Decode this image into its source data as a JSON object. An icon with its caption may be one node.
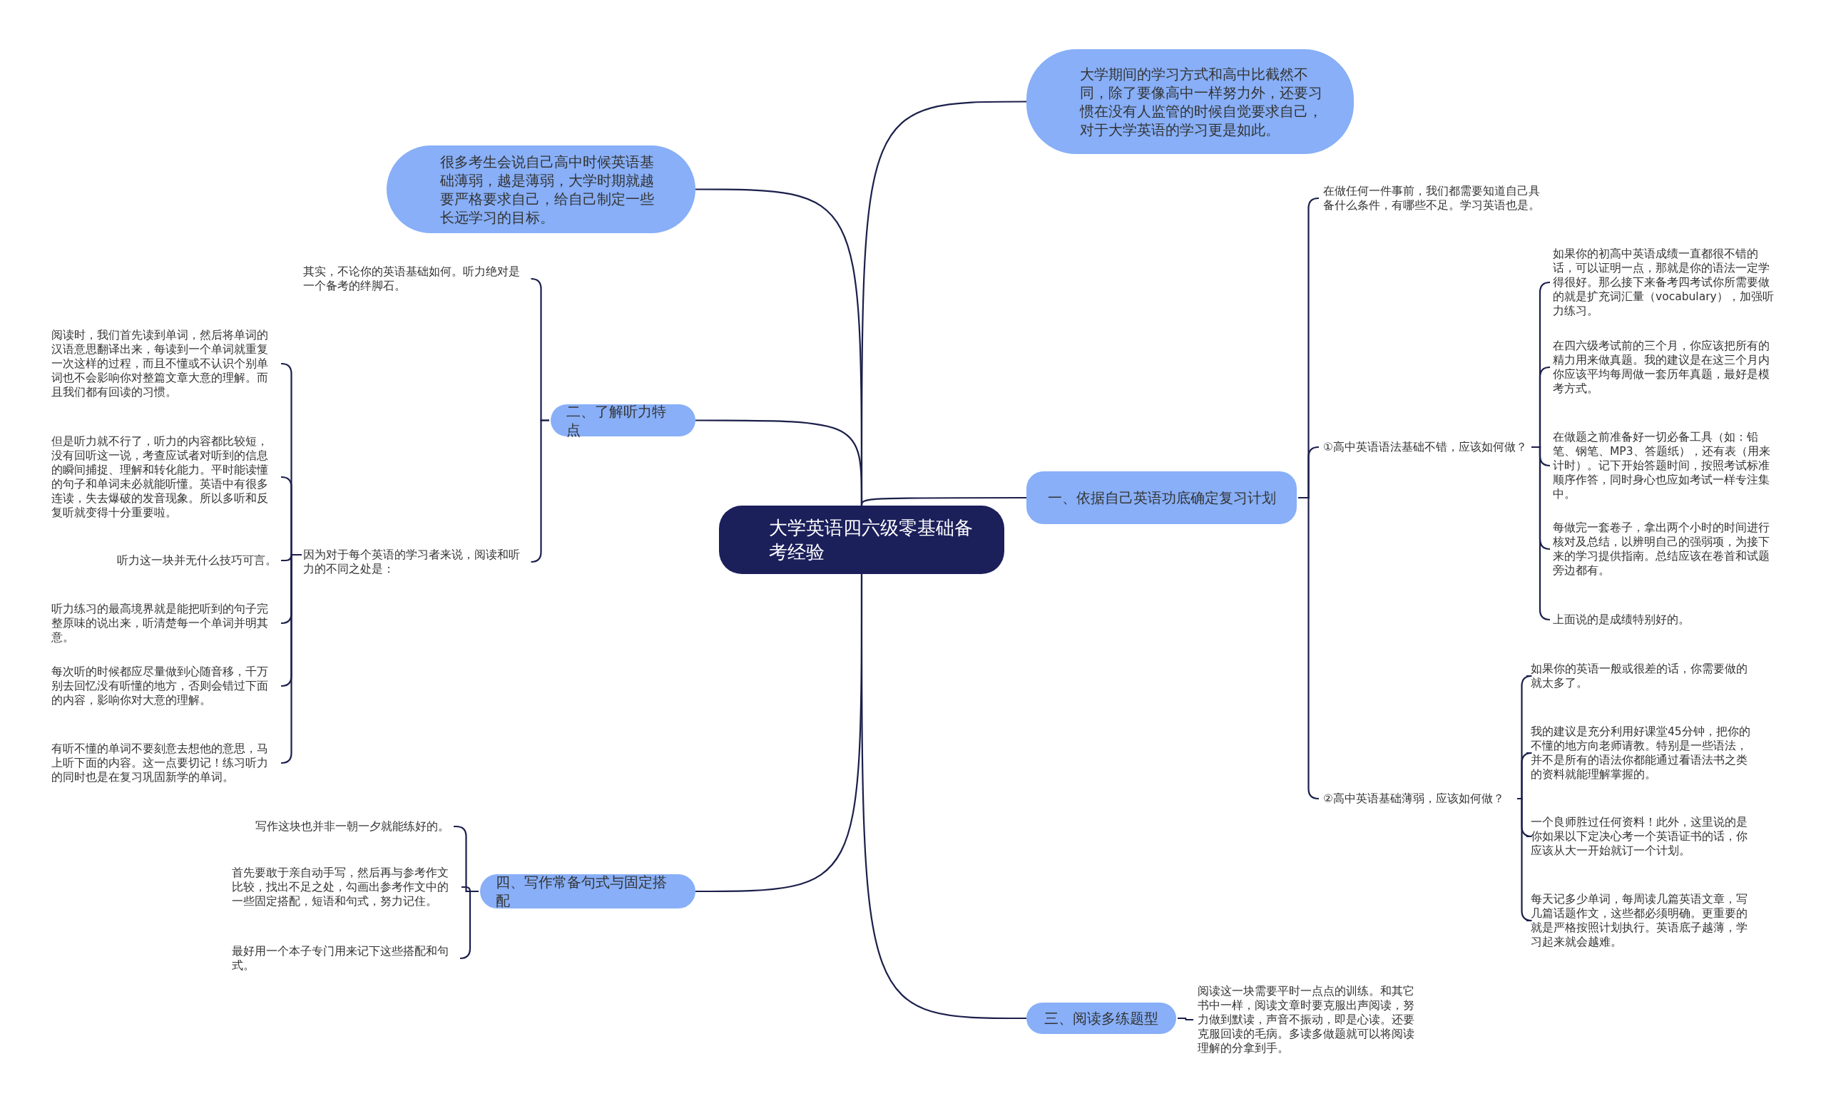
{
  "diagram": {
    "nodes": [
      {
        "text": [
          "大学英语四六级零基础备考经验"
        ]
      },
      {
        "text": [
          "大学期间的学习方式和高中比截然不同，除了要像高中一样努力外，还要习惯在没有人监管的时候自觉要求自己，对于大学英语的学习更是如此。"
        ]
      },
      {
        "text": [
          "很多考生会说自己高中时候英语基础薄弱，越是薄弱，大学时期就越要严格要求自己，给自己制定一些长远学习的目标。"
        ]
      },
      {
        "text": [
          "二、了解听力特点"
        ]
      },
      {
        "text": [
          "其实，不论你的英语基础如何。听力绝对是一个备考的绊脚石。"
        ]
      },
      {
        "text": [
          "因为对于每个英语的学习者来说，阅读和听力的不同之处是："
        ]
      },
      {
        "text": [
          "阅读时，我们首先读到单词，然后将单词的汉语意思翻译出来，每读到一个单词就重复一次这样的过程，而且不懂或不认识个别单词也不会影响你对整篇文章大意的理解。而且我们都有回读的习惯。"
        ]
      },
      {
        "text": [
          "但是听力就不行了，听力的内容都比较短，没有回听这一说，考查应试者对听到的信息的瞬间捕捉、理解和转化能力。平时能读懂的句子和单词未必就能听懂。英语中有很多连读，失去爆破的发音现象。所以多听和反复听就变得十分重要啦。"
        ]
      },
      {
        "text": [
          "听力这一块并无什么技巧可言。"
        ]
      },
      {
        "text": [
          "听力练习的最高境界就是能把听到的句子完整原味的说出来，听清楚每一个单词并明其意。"
        ]
      },
      {
        "text": [
          "每次听的时候都应尽量做到心随音移，千万别去回忆没有听懂的地方，否则会错过下面的内容，影响你对大意的理解。"
        ]
      },
      {
        "text": [
          "有听不懂的单词不要刻意去想他的意思，马上听下面的内容。这一点要切记！练习听力的同时也是在复习巩固新学的单词。"
        ]
      },
      {
        "text": [
          "四、写作常备句式与固定搭配"
        ]
      },
      {
        "text": [
          "写作这块也并非一朝一夕就能练好的。"
        ]
      },
      {
        "text": [
          "首先要敢于亲自动手写，然后再与参考作文比较，找出不足之处，勾画出参考作文中的一些固定搭配，短语和句式，努力记住。"
        ]
      },
      {
        "text": [
          "最好用一个本子专门用来记下这些搭配和句式。"
        ]
      },
      {
        "text": [
          "三、阅读多练题型"
        ]
      },
      {
        "text": [
          "阅读这一块需要平时一点点的训练。和其它书中一样，阅读文章时要克服出声阅读，努力做到默读，声音不振动，即是心读。还要克服回读的毛病。多读多做题就可以将阅读理解的分拿到手。"
        ]
      },
      {
        "text": [
          "一、依据自己英语功底确定复习计划"
        ]
      },
      {
        "text": [
          "在做任何一件事前，我们都需要知道自己具备什么条件，有哪些不足。学习英语也是。"
        ]
      },
      {
        "text": [
          "①高中英语语法基础不错，应该如何做？"
        ]
      },
      {
        "text": [
          "如果你的初高中英语成绩一直都很不错的话，可以证明一点，那就是你的语法一定学得很好。那么接下来备考四考试你所需要做的就是扩充词汇量（vocabulary），加强听力练习。"
        ]
      },
      {
        "text": [
          "在四六级考试前的三个月，你应该把所有的精力用来做真题。我的建议是在这三个月内你应该平均每周做一套历年真题，最好是模考方式。"
        ]
      },
      {
        "text": [
          "在做题之前准备好一切必备工具（如：铅笔、钢笔、MP3、答题纸），还有表（用来计时）。记下开始答题时间，按照考试标准顺序作答，同时身心也应如考试一样专注集中。"
        ]
      },
      {
        "text": [
          "每做完一套卷子，拿出两个小时的时间进行核对及总结，以辨明自己的强弱项，为接下来的学习提供指南。总结应该在卷首和试题旁边都有。"
        ]
      },
      {
        "text": [
          "上面说的是成绩特别好的。"
        ]
      },
      {
        "text": [
          "②高中英语基础薄弱，应该如何做？"
        ]
      },
      {
        "text": [
          "如果你的英语一般或很差的话，你需要做的就太多了。"
        ]
      },
      {
        "text": [
          "我的建议是充分利用好课堂45分钟，把你的不懂的地方向老师请教。特别是一些语法，并不是所有的语法你都能通过看语法书之类的资料就能理解掌握的。"
        ]
      },
      {
        "text": [
          "一个良师胜过任何资料！此外，这里说的是你如果以下定决心考一个英语证书的话，你应该从大一开始就订一个计划。"
        ]
      },
      {
        "text": [
          "每天记多少单词，每周读几篇英语文章，写几篇话题作文，这些都必须明确。更重要的就是严格按照计划执行。英语底子越薄，学习起来就会越难。"
        ]
      }
    ],
    "edges": [
      {
        "from": 0,
        "to": 1,
        "arrow": "none"
      },
      {
        "from": 0,
        "to": 2,
        "arrow": "none"
      },
      {
        "from": 0,
        "to": 3,
        "arrow": "none"
      },
      {
        "from": 3,
        "to": 4,
        "arrow": "none"
      },
      {
        "from": 3,
        "to": 5,
        "arrow": "none"
      },
      {
        "from": 5,
        "to": 6,
        "arrow": "none"
      },
      {
        "from": 5,
        "to": 7,
        "arrow": "none"
      },
      {
        "from": 5,
        "to": 8,
        "arrow": "none"
      },
      {
        "from": 5,
        "to": 9,
        "arrow": "none"
      },
      {
        "from": 5,
        "to": 10,
        "arrow": "none"
      },
      {
        "from": 5,
        "to": 11,
        "arrow": "none"
      },
      {
        "from": 0,
        "to": 12,
        "arrow": "none"
      },
      {
        "from": 12,
        "to": 13,
        "arrow": "none"
      },
      {
        "from": 12,
        "to": 14,
        "arrow": "none"
      },
      {
        "from": 12,
        "to": 15,
        "arrow": "none"
      },
      {
        "from": 0,
        "to": 16,
        "arrow": "none"
      },
      {
        "from": 16,
        "to": 17,
        "arrow": "none"
      },
      {
        "from": 0,
        "to": 18,
        "arrow": "none"
      },
      {
        "from": 18,
        "to": 19,
        "arrow": "none"
      },
      {
        "from": 18,
        "to": 20,
        "arrow": "none"
      },
      {
        "from": 20,
        "to": 21,
        "arrow": "none"
      },
      {
        "from": 20,
        "to": 22,
        "arrow": "none"
      },
      {
        "from": 20,
        "to": 23,
        "arrow": "none"
      },
      {
        "from": 20,
        "to": 24,
        "arrow": "none"
      },
      {
        "from": 20,
        "to": 25,
        "arrow": "none"
      },
      {
        "from": 18,
        "to": 26,
        "arrow": "none"
      },
      {
        "from": 26,
        "to": 27,
        "arrow": "none"
      },
      {
        "from": 26,
        "to": 28,
        "arrow": "none"
      },
      {
        "from": 26,
        "to": 29,
        "arrow": "none"
      },
      {
        "from": 26,
        "to": 30,
        "arrow": "none"
      }
    ]
  }
}
